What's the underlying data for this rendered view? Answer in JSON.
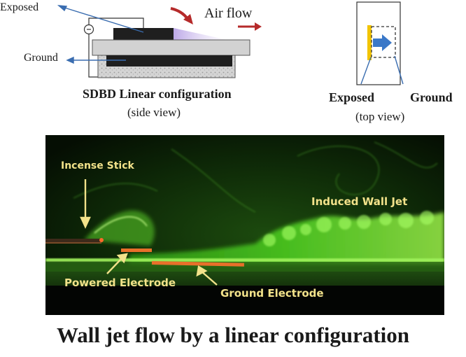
{
  "side_view": {
    "exposed_label": "Exposed",
    "airflow_label": "Air flow",
    "ground_label": "Ground",
    "title": "SDBD Linear configuration",
    "subtitle": "(side view)"
  },
  "top_view": {
    "exposed_label": "Exposed",
    "ground_label": "Ground",
    "subtitle": "(top view)"
  },
  "photo": {
    "incense_label": "Incense Stick",
    "wall_jet_label": "Induced Wall Jet",
    "powered_label": "Powered Electrode",
    "ground_label": "Ground Electrode"
  },
  "caption": "Wall jet flow by a linear configuration",
  "colors": {
    "arrow_blue": "#3a6db0",
    "airflow_red": "#b52a2a",
    "electrode_yellow": "#f2c400",
    "photo_green": "#3ec21a",
    "photo_electrode": "#e8702a",
    "photo_text": "#f2e28a"
  }
}
